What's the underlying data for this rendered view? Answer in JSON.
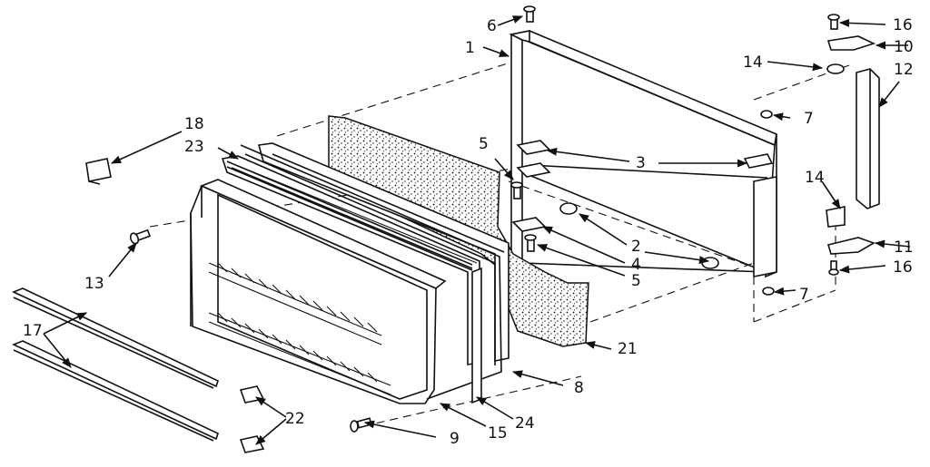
{
  "callouts": {
    "c1": "1",
    "c2": "2",
    "c3": "3",
    "c4": "4",
    "c5a": "5",
    "c5b": "5",
    "c6": "6",
    "c7a": "7",
    "c7b": "7",
    "c8": "8",
    "c9": "9",
    "c10": "10",
    "c11": "11",
    "c12": "12",
    "c13": "13",
    "c14a": "14",
    "c14b": "14",
    "c15": "15",
    "c16a": "16",
    "c16b": "16",
    "c17": "17",
    "c18": "18",
    "c21": "21",
    "c22": "22",
    "c23": "23",
    "c24": "24"
  }
}
